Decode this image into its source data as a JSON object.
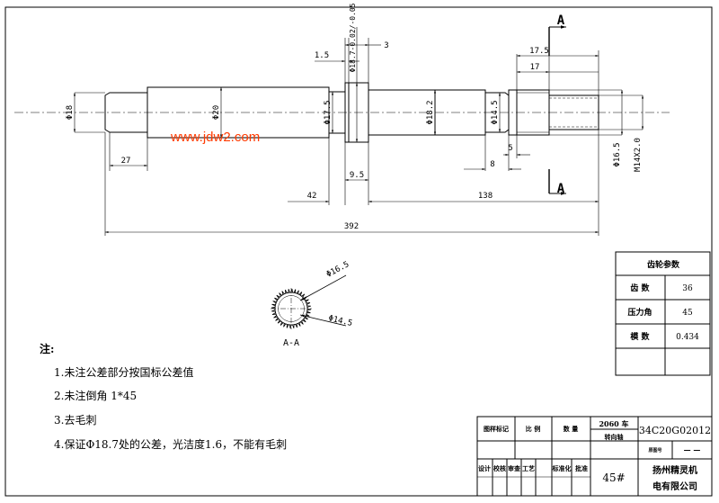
{
  "dimensions": {
    "d18": "Φ18",
    "d20": "Φ20",
    "d17_5": "Φ17.5",
    "d18_7": "Φ18.7-0.02/-0.05",
    "d18_2": "Φ18.2",
    "d14_5": "Φ14.5",
    "d16_5": "Φ16.5",
    "thread": "M14X2.0",
    "l1_5": "1.5",
    "l3": "3",
    "l17_5": "17.5",
    "l17": "17",
    "l5": "5",
    "l8": "8",
    "l27": "27",
    "l9_5": "9.5",
    "l42": "42",
    "l138": "138",
    "l392": "392"
  },
  "section": {
    "mark": "A",
    "label": "A-A",
    "outer_d": "Φ16.5",
    "inner_d": "Φ14.5"
  },
  "watermark": "www.jdw2.com",
  "gear_params": {
    "title": "齿轮参数",
    "rows": [
      {
        "name": "齿  数",
        "value": "36"
      },
      {
        "name": "压力角",
        "value": "45"
      },
      {
        "name": "模  数",
        "value": "0.434"
      }
    ]
  },
  "notes": {
    "heading": "注:",
    "items": [
      "1.未注公差部分按国标公差值",
      "2.未注倒角 1*45",
      "3.去毛刺",
      "4.保证Φ18.7处的公差，光洁度1.6，不能有毛刺"
    ]
  },
  "title_block": {
    "drawing_mark": "图样标记",
    "scale": "比 例",
    "quantity": "数 量",
    "product": "2060 车",
    "drawing_no": "34C20G02012",
    "part_name": "转向轴",
    "old_no_label": "原图号",
    "old_no": "— —",
    "material": "45#",
    "company_line1": "扬州精灵机",
    "company_line2": "电有限公司",
    "signatures": [
      "设计",
      "校核",
      "审查",
      "工艺",
      "标准化",
      "批准"
    ]
  }
}
